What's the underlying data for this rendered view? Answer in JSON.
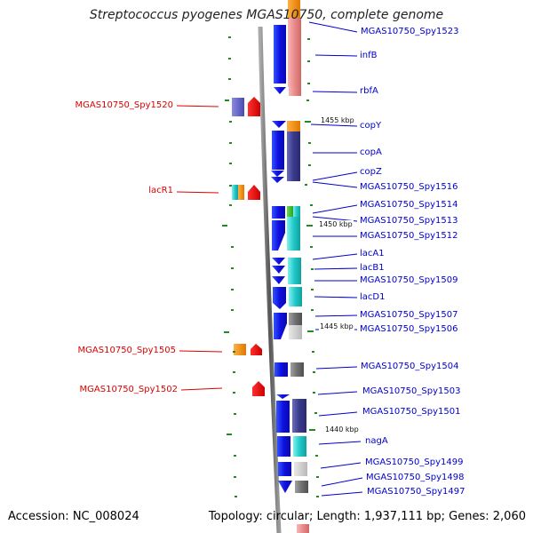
{
  "title": "Streptococcus pyogenes MGAS10750, complete genome",
  "footer": {
    "accession": "Accession: NC_008024",
    "stats": "Topology: circular; Length: 1,937,111 bp; Genes: 2,060"
  },
  "colors": {
    "right_label": "#0000cc",
    "left_label": "#dd0000",
    "strand_arrow": "#1a1aee",
    "tick": "#228b22",
    "backbone": "#777777"
  },
  "kbp_markers": [
    "1455 kbp",
    "1450 kbp",
    "1445 kbp",
    "1440 kbp"
  ],
  "right_genes": [
    "MGAS10750_Spy1523",
    "infB",
    "rbfA",
    "copY",
    "copA",
    "copZ",
    "MGAS10750_Spy1516",
    "MGAS10750_Spy1514",
    "MGAS10750_Spy1513",
    "MGAS10750_Spy1512",
    "lacA1",
    "lacB1",
    "MGAS10750_Spy1509",
    "lacD1",
    "MGAS10750_Spy1507",
    "MGAS10750_Spy1506",
    "MGAS10750_Spy1504",
    "MGAS10750_Spy1503",
    "MGAS10750_Spy1501",
    "nagA",
    "MGAS10750_Spy1499",
    "MGAS10750_Spy1498",
    "MGAS10750_Spy1497"
  ],
  "left_genes": [
    "MGAS10750_Spy1520",
    "lacR1",
    "MGAS10750_Spy1505",
    "MGAS10750_Spy1502"
  ]
}
